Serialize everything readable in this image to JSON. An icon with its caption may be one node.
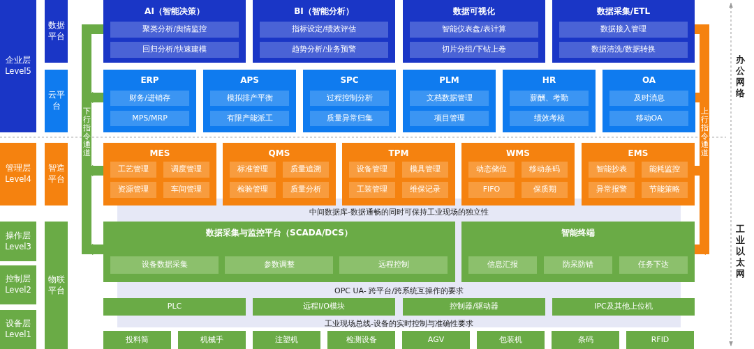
{
  "diagram": {
    "nodes": [
      {
        "text": [
          "企业层 Level5"
        ]
      },
      {
        "text": [
          "数据平台"
        ]
      },
      {
        "text": [
          "云平台"
        ]
      },
      {
        "text": [
          "管理层 Level4"
        ]
      },
      {
        "text": [
          "智造平台"
        ]
      },
      {
        "text": [
          "操作层 Level3"
        ]
      },
      {
        "text": [
          "控制层 Level2"
        ]
      },
      {
        "text": [
          "设备层 Level1"
        ]
      },
      {
        "text": [
          "物联平台"
        ]
      },
      {
        "text": [
          "AI（智能决策）"
        ]
      },
      {
        "text": [
          "聚类分析/舆情监控"
        ],
        "in": 9
      },
      {
        "text": [
          "回归分析/快速建模"
        ],
        "in": 9
      },
      {
        "text": [
          "BI（智能分析）"
        ]
      },
      {
        "text": [
          "指标设定/绩效评估"
        ],
        "in": 12
      },
      {
        "text": [
          "趋势分析/业务预警"
        ],
        "in": 12
      },
      {
        "text": [
          "数据可视化"
        ]
      },
      {
        "text": [
          "智能仪表盘/表计算"
        ],
        "in": 15
      },
      {
        "text": [
          "切片分组/下钻上卷"
        ],
        "in": 15
      },
      {
        "text": [
          "数据采集/ETL"
        ]
      },
      {
        "text": [
          "数据接入管理"
        ],
        "in": 18
      },
      {
        "text": [
          "数据清洗/数据转换"
        ],
        "in": 18
      },
      {
        "text": [
          "ERP"
        ]
      },
      {
        "text": [
          "财务/进销存"
        ],
        "in": 21
      },
      {
        "text": [
          "MPS/MRP"
        ],
        "in": 21
      },
      {
        "text": [
          "APS"
        ]
      },
      {
        "text": [
          "模拟排产平衡"
        ],
        "in": 24
      },
      {
        "text": [
          "有限产能派工"
        ],
        "in": 24
      },
      {
        "text": [
          "SPC"
        ]
      },
      {
        "text": [
          "过程控制分析"
        ],
        "in": 27
      },
      {
        "text": [
          "质量异常归集"
        ],
        "in": 27
      },
      {
        "text": [
          "PLM"
        ]
      },
      {
        "text": [
          "文档数据管理"
        ],
        "in": 30
      },
      {
        "text": [
          "项目管理"
        ],
        "in": 30
      },
      {
        "text": [
          "HR"
        ]
      },
      {
        "text": [
          "薪酬、考勤"
        ],
        "in": 33
      },
      {
        "text": [
          "绩效考核"
        ],
        "in": 33
      },
      {
        "text": [
          "OA"
        ]
      },
      {
        "text": [
          "及时消息"
        ],
        "in": 36
      },
      {
        "text": [
          "移动OA"
        ],
        "in": 36
      },
      {
        "text": [
          "MES"
        ]
      },
      {
        "text": [
          "工艺管理"
        ],
        "in": 39
      },
      {
        "text": [
          "调度管理"
        ],
        "in": 39
      },
      {
        "text": [
          "资源管理"
        ],
        "in": 39
      },
      {
        "text": [
          "车间管理"
        ],
        "in": 39
      },
      {
        "text": [
          "QMS"
        ]
      },
      {
        "text": [
          "标准管理"
        ],
        "in": 44
      },
      {
        "text": [
          "质量追溯"
        ],
        "in": 44
      },
      {
        "text": [
          "检验管理"
        ],
        "in": 44
      },
      {
        "text": [
          "质量分析"
        ],
        "in": 44
      },
      {
        "text": [
          "TPM"
        ]
      },
      {
        "text": [
          "设备管理"
        ],
        "in": 49
      },
      {
        "text": [
          "模具管理"
        ],
        "in": 49
      },
      {
        "text": [
          "工装管理"
        ],
        "in": 49
      },
      {
        "text": [
          "维保记录"
        ],
        "in": 49
      },
      {
        "text": [
          "WMS"
        ]
      },
      {
        "text": [
          "动态储位"
        ],
        "in": 54
      },
      {
        "text": [
          "移动条码"
        ],
        "in": 54
      },
      {
        "text": [
          "FIFO"
        ],
        "in": 54
      },
      {
        "text": [
          "保质期"
        ],
        "in": 54
      },
      {
        "text": [
          "EMS"
        ]
      },
      {
        "text": [
          "智能抄表"
        ],
        "in": 59
      },
      {
        "text": [
          "能耗监控"
        ],
        "in": 59
      },
      {
        "text": [
          "异常报警"
        ],
        "in": 59
      },
      {
        "text": [
          "节能策略"
        ],
        "in": 59
      },
      {
        "text": [
          "数据采集与监控平台（SCADA/DCS）"
        ]
      },
      {
        "text": [
          "设备数据采集"
        ],
        "in": 64
      },
      {
        "text": [
          "参数调整"
        ],
        "in": 64
      },
      {
        "text": [
          "远程控制"
        ],
        "in": 64
      },
      {
        "text": [
          "智能终端"
        ]
      },
      {
        "text": [
          "信息汇报"
        ],
        "in": 68
      },
      {
        "text": [
          "防呆防错"
        ],
        "in": 68
      },
      {
        "text": [
          "任务下达"
        ],
        "in": 68
      },
      {
        "text": [
          "PLC"
        ]
      },
      {
        "text": [
          "远程I/O模块"
        ]
      },
      {
        "text": [
          "控制器/驱动器"
        ]
      },
      {
        "text": [
          "IPC及其他上位机"
        ]
      },
      {
        "text": [
          "投料筒"
        ]
      },
      {
        "text": [
          "机械手"
        ]
      },
      {
        "text": [
          "注塑机"
        ]
      },
      {
        "text": [
          "检测设备"
        ]
      },
      {
        "text": [
          "AGV"
        ]
      },
      {
        "text": [
          "包装机"
        ]
      },
      {
        "text": [
          "条码"
        ]
      },
      {
        "text": [
          "RFID"
        ]
      }
    ],
    "edges": [
      {
        "from": 9,
        "to": 21,
        "arrow": "to",
        "label": "下行指令通道",
        "color": "#6aab46"
      },
      {
        "from": 9,
        "to": 39,
        "arrow": "to",
        "color": "#6aab46"
      },
      {
        "from": 9,
        "to": 64,
        "arrow": "to",
        "color": "#6aab46"
      },
      {
        "from": 18,
        "to": 36,
        "arrow": "to",
        "label": "上行指令通道",
        "color": "#f5820f"
      },
      {
        "from": 18,
        "to": 59,
        "arrow": "to",
        "color": "#f5820f"
      },
      {
        "from": 18,
        "to": 68,
        "arrow": "to",
        "color": "#f5820f"
      }
    ],
    "labels": [
      "中间数据库-数据通畅的同时可保持工业现场的独立性",
      "OPC UA- 跨平台/跨系统互操作的要求",
      "工业现场总线-设备的实时控制与准确性要求",
      "办公网络",
      "工业以太网"
    ]
  }
}
